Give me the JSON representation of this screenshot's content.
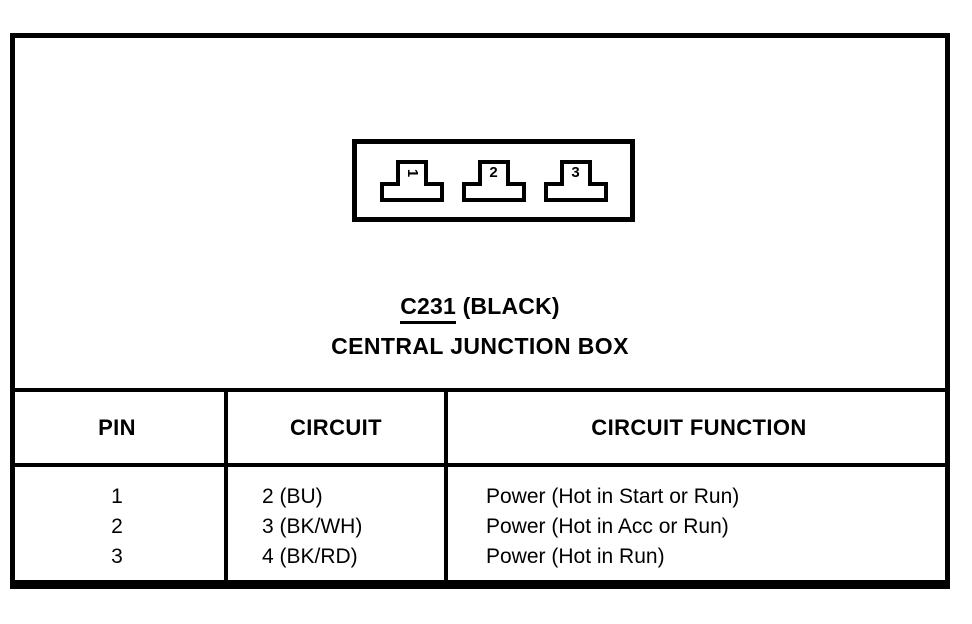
{
  "diagram": {
    "connector": {
      "label": "connector-face-view",
      "pins": [
        {
          "number": "1"
        },
        {
          "number": "2"
        },
        {
          "number": "3"
        }
      ]
    },
    "title": {
      "connector_code": "C231",
      "connector_color": "(BLACK)",
      "component_name": "CENTRAL JUNCTION BOX"
    },
    "table": {
      "headers": [
        "PIN",
        "CIRCUIT",
        "CIRCUIT FUNCTION"
      ],
      "rows": [
        {
          "pin": "1",
          "circuit": "2 (BU)",
          "function": "Power (Hot in Start or Run)"
        },
        {
          "pin": "2",
          "circuit": "3 (BK/WH)",
          "function": "Power (Hot in Acc or Run)"
        },
        {
          "pin": "3",
          "circuit": "4 (BK/RD)",
          "function": "Power (Hot in Run)"
        }
      ]
    }
  },
  "colors": {
    "ink": "#000000",
    "paper": "#ffffff"
  }
}
